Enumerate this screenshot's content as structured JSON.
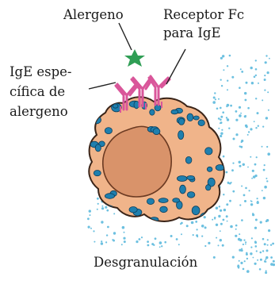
{
  "labels": {
    "allergen": "Alergeno",
    "receptor_line1": "Receptor Fc",
    "receptor_line2": "para IgE",
    "ige_line1": "IgE espe-",
    "ige_line2": "cífica de",
    "ige_line3": "alergeno",
    "degranulation": "Desgranulación"
  },
  "colors": {
    "cell_fill": "#f0b48a",
    "cell_stroke": "#3a2418",
    "nucleus_fill": "#d9936a",
    "granule": "#1f7fae",
    "granule_stroke": "#0d3f5c",
    "released_granule": "#6cc0e0",
    "antibody": "#d9569a",
    "allergen": "#2f9e55"
  }
}
